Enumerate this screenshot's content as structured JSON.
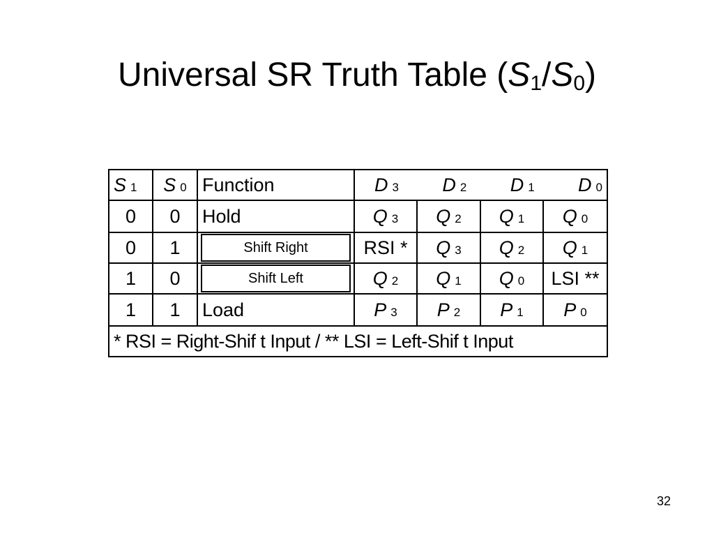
{
  "title": {
    "text": "Universal SR Truth Table (",
    "s1_var": "S",
    "s1_sub": "1",
    "slash": "/",
    "s0_var": "S",
    "s0_sub": "0",
    "close": ")"
  },
  "table": {
    "header": {
      "s1": {
        "var": "S",
        "sub": "1"
      },
      "s0": {
        "var": "S",
        "sub": "0"
      },
      "function": "Function",
      "d3": {
        "var": "D",
        "sub": "3"
      },
      "d2": {
        "var": "D",
        "sub": "2"
      },
      "d1": {
        "var": "D",
        "sub": "1"
      },
      "d0": {
        "var": "D",
        "sub": "0"
      }
    },
    "rows": [
      {
        "s1": "0",
        "s0": "0",
        "function": "Hold",
        "d3": {
          "var": "Q",
          "sub": "3"
        },
        "d2": {
          "var": "Q",
          "sub": "2"
        },
        "d1": {
          "var": "Q",
          "sub": "1"
        },
        "d0": {
          "var": "Q",
          "sub": "0"
        }
      },
      {
        "s1": "0",
        "s0": "1",
        "function": "Shift Right",
        "d3": {
          "text": "RSI *"
        },
        "d2": {
          "var": "Q",
          "sub": "3"
        },
        "d1": {
          "var": "Q",
          "sub": "2"
        },
        "d0": {
          "var": "Q",
          "sub": "1"
        }
      },
      {
        "s1": "1",
        "s0": "0",
        "function": "Shift Left",
        "d3": {
          "var": "Q",
          "sub": "2"
        },
        "d2": {
          "var": "Q",
          "sub": "1"
        },
        "d1": {
          "var": "Q",
          "sub": "0"
        },
        "d0": {
          "text": "LSI **"
        }
      },
      {
        "s1": "1",
        "s0": "1",
        "function": "Load",
        "d3": {
          "var": "P",
          "sub": "3"
        },
        "d2": {
          "var": "P",
          "sub": "2"
        },
        "d1": {
          "var": "P",
          "sub": "1"
        },
        "d0": {
          "var": "P",
          "sub": "0"
        }
      }
    ],
    "footnote": "* RSI = Right-Shif t Input  /  ** LSI = Left-Shif t Input"
  },
  "page_number": "32"
}
